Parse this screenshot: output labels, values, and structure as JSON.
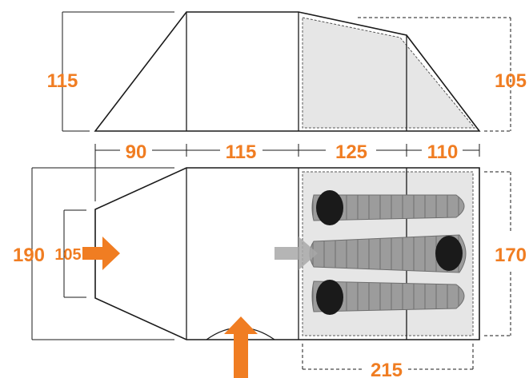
{
  "colors": {
    "dimension_text": "#f07d22",
    "arrow_orange": "#f07d22",
    "arrow_grey": "#a8a8a8",
    "outline": "#1a1a1a",
    "inner_fill": "#e6e6e6",
    "sleeping_bag": "#9c9c9c",
    "bag_hood": "#1a1a1a"
  },
  "side_view": {
    "height_left": "115",
    "height_right": "105",
    "segment_widths": [
      "90",
      "115",
      "125",
      "110"
    ]
  },
  "plan_view": {
    "overall_width": "190",
    "door_width": "105",
    "inner_width": "170",
    "inner_length": "215"
  },
  "icons": {
    "front_entry": "orange-arrow-right-icon",
    "side_entry": "orange-arrow-up-icon",
    "inner_entry": "grey-arrow-right-icon",
    "sleeping_bags": "sleeping-bag-icon"
  }
}
